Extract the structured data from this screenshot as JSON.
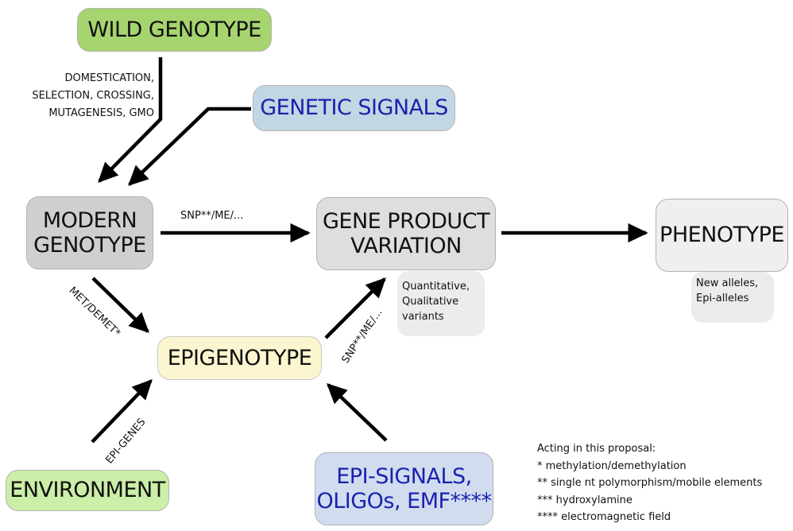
{
  "nodes": {
    "wild_genotype": "WILD GENOTYPE",
    "genetic_signals": "GENETIC SIGNALS",
    "modern_genotype": [
      "MODERN",
      "GENOTYPE"
    ],
    "gene_product_variation": [
      "GENE PRODUCT",
      "VARIATION"
    ],
    "phenotype": "PHENOTYPE",
    "epigenotype": "EPIGENOTYPE",
    "environment": "ENVIRONMENT",
    "epi_signals": [
      "EPI-SIGNALS,",
      "OLIGOs, EMF****"
    ]
  },
  "notes": {
    "gene_product": [
      "Quantitative,",
      "Qualitative",
      "variants"
    ],
    "phenotype": [
      "New alleles,",
      "Epi-alleles"
    ]
  },
  "edge_labels": {
    "domestication": [
      "DOMESTICATION,",
      "SELECTION, CROSSING,",
      "MUTAGENESIS, GMO"
    ],
    "snp_modern_to_gpv": "SNP**/ME/...",
    "met_demet": "MET/DEMET*",
    "epi_genes": "EPI-GENES",
    "snp_epi_to_gpv": "SNP**/ME/..."
  },
  "legend": {
    "title": "Acting in this proposal:",
    "items": [
      "* methylation/demethylation",
      "** single nt polymorphism/mobile elements",
      "*** hydroxylamine",
      "**** electromagnetic field"
    ]
  },
  "colors": {
    "wild": "#a6d46e",
    "genetic_signals": "#c3d6e3",
    "modern": "#cfcfcf",
    "gene_product": "#dedede",
    "phenotype": "#efefef",
    "epigenotype": "#fbf6cf",
    "environment": "#cbeea8",
    "epi_signals": "#d1dcef",
    "signal_text": "#1a22b0",
    "arrow": "#000000"
  }
}
